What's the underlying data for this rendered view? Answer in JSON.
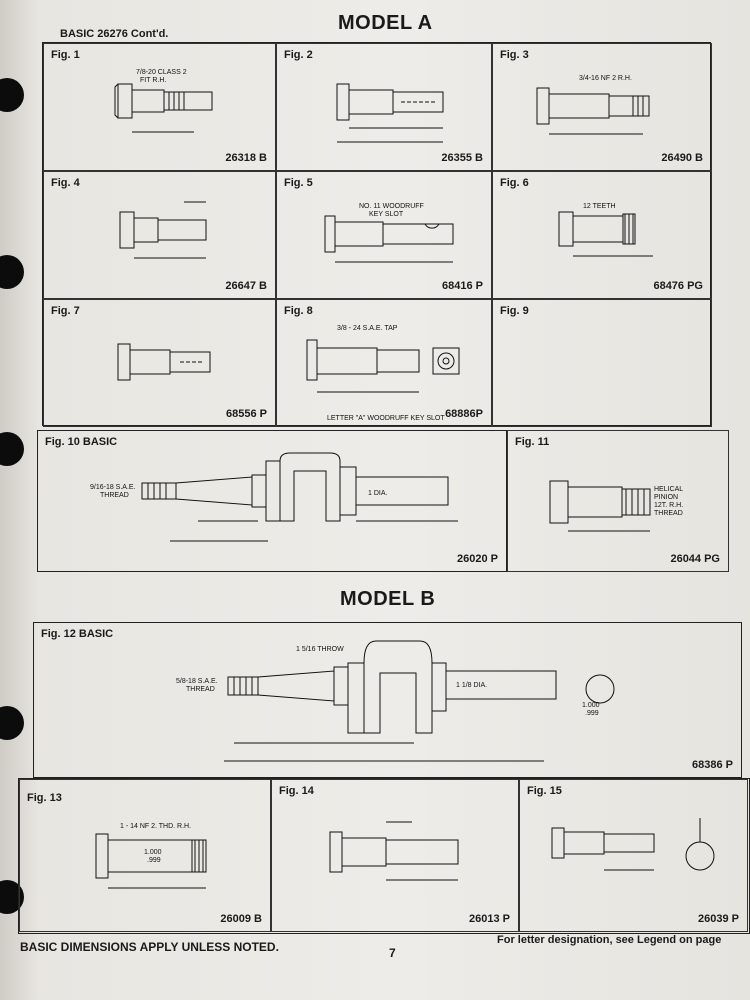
{
  "header": {
    "basic_label": "BASIC 26276 Cont'd.",
    "model_a": "MODEL A",
    "model_b": "MODEL B"
  },
  "figures": {
    "f1": {
      "label": "Fig. 1",
      "part": "26318 B",
      "notes": [
        "7/8-20 CLASS 2",
        "FIT R.H."
      ]
    },
    "f2": {
      "label": "Fig. 2",
      "part": "26355 B"
    },
    "f3": {
      "label": "Fig. 3",
      "part": "26490 B",
      "notes": [
        "3/4-16 NF 2 R.H."
      ]
    },
    "f4": {
      "label": "Fig. 4",
      "part": "26647 B"
    },
    "f5": {
      "label": "Fig. 5",
      "part": "68416 P",
      "notes": [
        "NO. 11 WOODRUFF",
        "KEY SLOT"
      ]
    },
    "f6": {
      "label": "Fig. 6",
      "part": "68476 PG",
      "notes": [
        "12 TEETH"
      ]
    },
    "f7": {
      "label": "Fig. 7",
      "part": "68556 P"
    },
    "f8": {
      "label": "Fig. 8",
      "part": "68886P",
      "notes": [
        "3/8 - 24 S.A.E. TAP",
        "LETTER \"A\" WOODRUFF KEY SLOT"
      ]
    },
    "f9": {
      "label": "Fig. 9",
      "part": ""
    },
    "f10": {
      "label": "Fig. 10 BASIC",
      "part": "26020 P",
      "notes": [
        "9/16-18 S.A.E.",
        "THREAD",
        "1 DIA."
      ]
    },
    "f11": {
      "label": "Fig. 11",
      "part": "26044 PG",
      "notes": [
        "HELICAL",
        "PINION",
        "12T. R.H.",
        "THREAD"
      ]
    },
    "f12": {
      "label": "Fig. 12 BASIC",
      "part": "68386 P",
      "notes": [
        "1 5/16 THROW",
        "5/8-18 S.A.E.",
        "THREAD",
        "1 1/8 DIA.",
        "1.000",
        ".999"
      ]
    },
    "f13": {
      "label": "Fig. 13",
      "part": "26009 B",
      "notes": [
        "1 - 14 NF 2. THD. R.H.",
        "1.000",
        ".999"
      ]
    },
    "f14": {
      "label": "Fig. 14",
      "part": "26013 P"
    },
    "f15": {
      "label": "Fig. 15",
      "part": "26039 P"
    }
  },
  "footer": {
    "left": "BASIC DIMENSIONS APPLY UNLESS NOTED.",
    "page": "7",
    "right": "For letter designation, see Legend on page"
  }
}
